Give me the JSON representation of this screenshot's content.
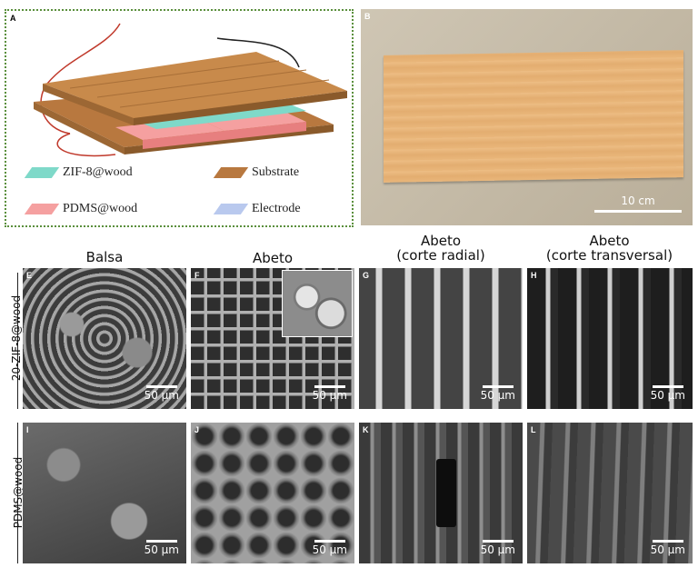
{
  "panel_a": {
    "label": "A",
    "legend": [
      {
        "label": "ZIF-8@wood",
        "color": "#7fd9c9"
      },
      {
        "label": "Substrate",
        "color": "#b8783f"
      },
      {
        "label": "PDMS@wood",
        "color": "#f5a0a0"
      },
      {
        "label": "Electrode",
        "color": "#b9c9ee"
      }
    ]
  },
  "panel_b": {
    "label": "B",
    "scale": "10 cm"
  },
  "columns": [
    "Balsa",
    "Abeto",
    "Abeto\n(corte radial)",
    "Abeto\n(corte transversal)"
  ],
  "rows": [
    "20-ZIF-8@wood",
    "PDMS@wood"
  ],
  "sem_panels": [
    {
      "label": "E",
      "scale": "50 µm"
    },
    {
      "label": "F",
      "scale": "50 µm"
    },
    {
      "label": "G",
      "scale": "50 µm"
    },
    {
      "label": "H",
      "scale": "50 µm"
    },
    {
      "label": "I",
      "scale": "50 µm"
    },
    {
      "label": "J",
      "scale": "50 µm"
    },
    {
      "label": "K",
      "scale": "50 µm"
    },
    {
      "label": "L",
      "scale": "50 µm"
    }
  ]
}
